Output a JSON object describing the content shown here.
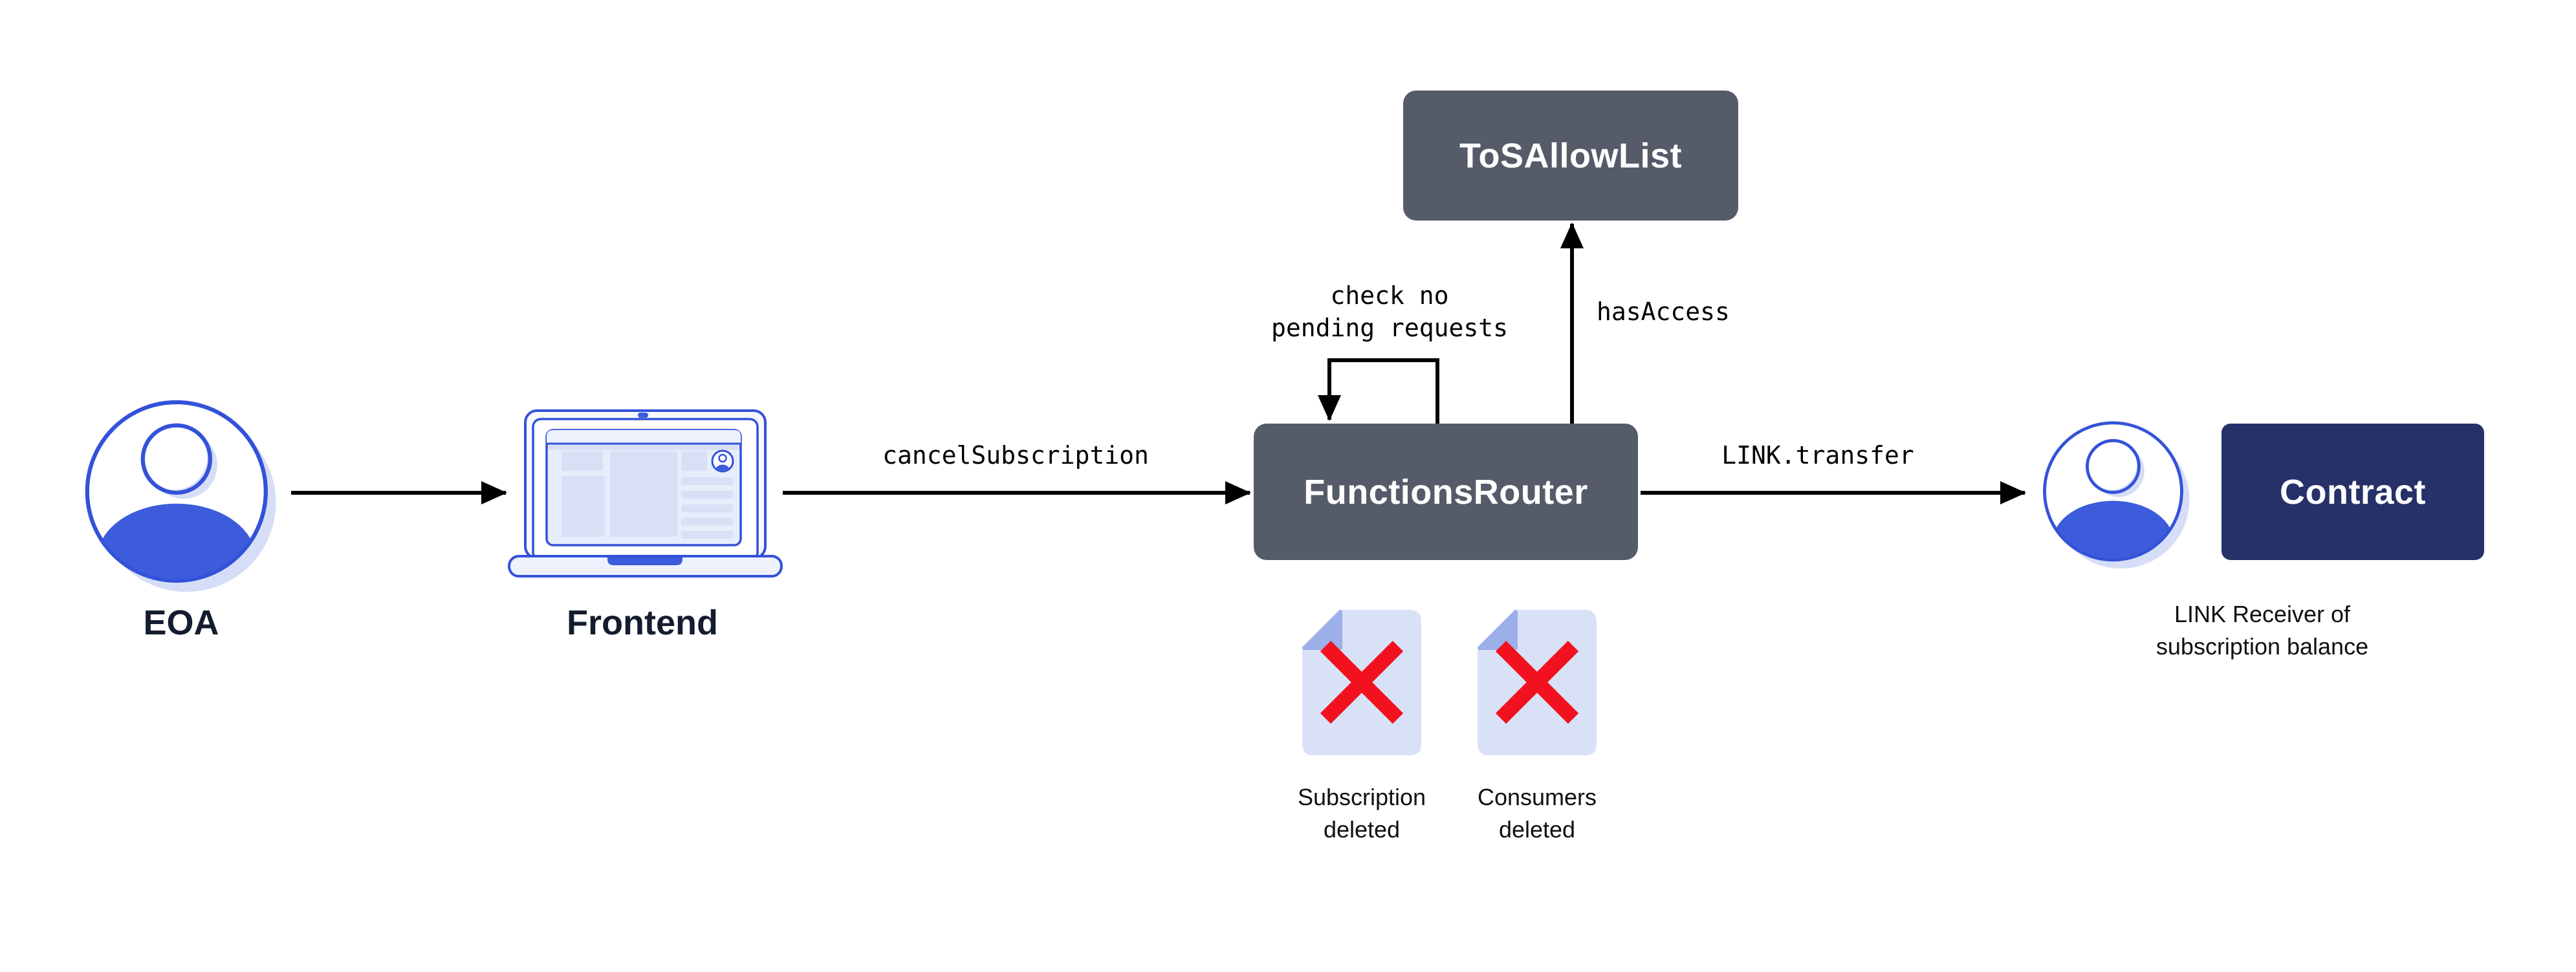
{
  "colors": {
    "background": "#ffffff",
    "box_slate": "#555b69",
    "box_navy": "#263069",
    "accent_blue": "#3d5cdb",
    "outline_blue": "#3352d9",
    "light_lavender": "#d5def6",
    "doc_fill": "#d9e1f6",
    "doc_fold": "#9dafe9",
    "delete_red": "#f2121f",
    "arrow_black": "#000000",
    "label_navy": "#141d2f"
  },
  "nodes": {
    "eoa": {
      "label": "EOA"
    },
    "frontend": {
      "label": "Frontend"
    },
    "functions_router": {
      "label": "FunctionsRouter"
    },
    "tos_allow_list": {
      "label": "ToSAllowList"
    },
    "contract": {
      "label": "Contract"
    },
    "link_receiver": {
      "caption": "LINK Receiver of\nsubscription balance"
    }
  },
  "edges": {
    "frontend_to_router": {
      "label": "cancelSubscription"
    },
    "router_self_check": {
      "label": "check no\npending requests"
    },
    "router_to_tos": {
      "label": "hasAccess"
    },
    "router_to_receiver": {
      "label": "LINK.transfer"
    }
  },
  "artifacts": {
    "subscription_deleted": {
      "label": "Subscription\ndeleted"
    },
    "consumers_deleted": {
      "label": "Consumers\ndeleted"
    }
  }
}
